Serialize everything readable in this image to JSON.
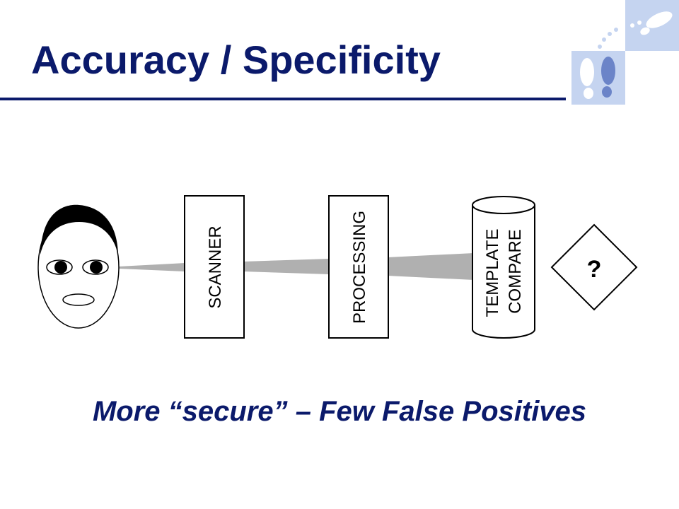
{
  "slide": {
    "title": "Accuracy / Specificity",
    "caption": "More “secure” – Few False Positives"
  },
  "diagram": {
    "scanner_label": "SCANNER",
    "processing_label": "PROCESSING",
    "template_label_line1": "TEMPLATE",
    "template_label_line2": "COMPARE",
    "decision_label": "?"
  },
  "colors": {
    "title": "#0b1a6b",
    "beam": "#b0b0b0",
    "logo_bg": "#c5d4f0",
    "logo_fg": "#ffffff"
  },
  "icons": {
    "logo": "footprints-icon",
    "face": "face-icon"
  }
}
